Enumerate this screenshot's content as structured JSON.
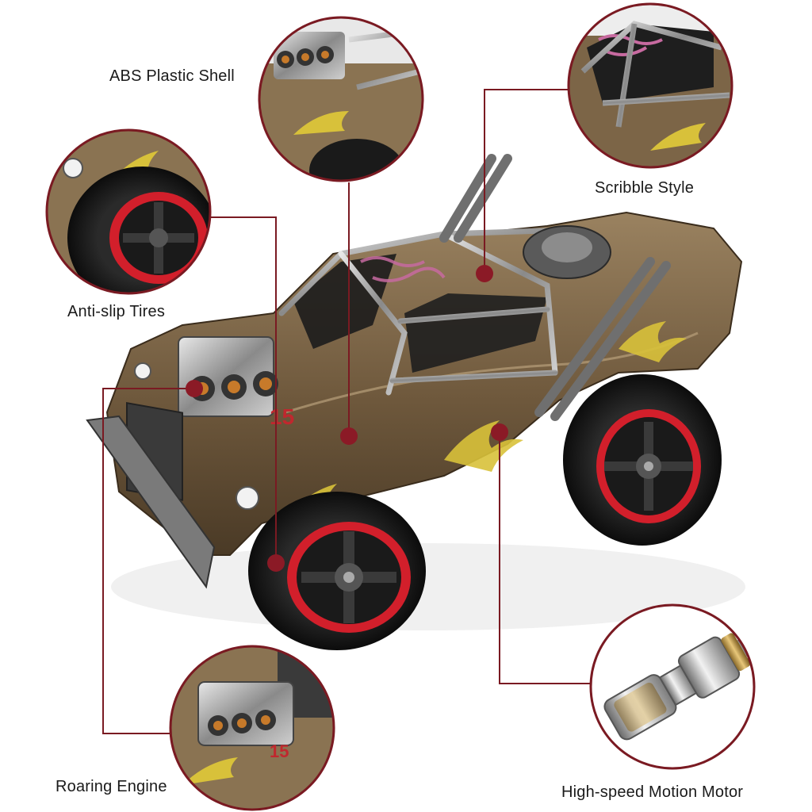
{
  "labels": {
    "abs_shell": "ABS Plastic Shell",
    "scribble": "Scribble Style",
    "tires": "Anti-slip Tires",
    "engine": "Roaring Engine",
    "motor": "High-speed Motion Motor"
  },
  "colors": {
    "callout_line": "#7a1a22",
    "callout_dot": "#8b1a26",
    "circle_border": "#7a1a22",
    "body_paint": "#7a6446",
    "tire_rim": "#d21f2b",
    "chrome": "#8c8c8c"
  },
  "icons": {
    "product": "rc-monster-truck-illustration",
    "motor": "electric-motor-illustration"
  }
}
